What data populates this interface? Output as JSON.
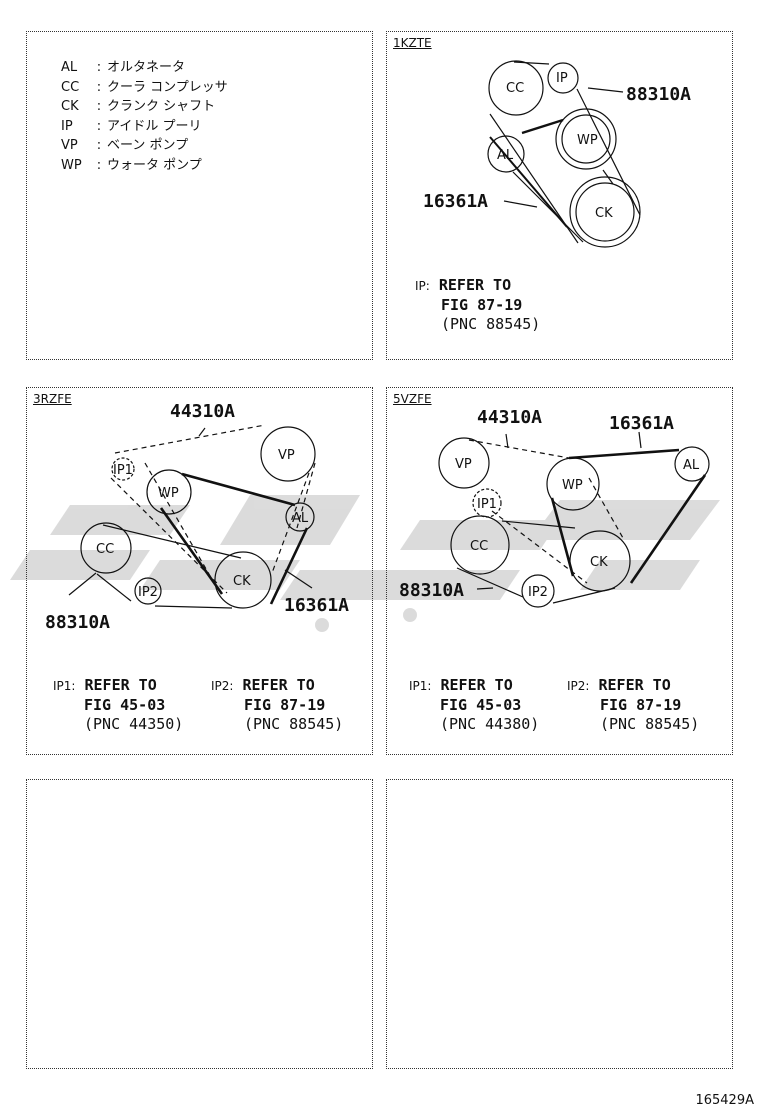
{
  "legend": [
    {
      "code": "AL",
      "sep": ":",
      "name": "オルタネータ"
    },
    {
      "code": "CC",
      "sep": ":",
      "name": "クーラ コンプレッサ"
    },
    {
      "code": "CK",
      "sep": ":",
      "name": "クランク シャフト"
    },
    {
      "code": "IP",
      "sep": ":",
      "name": "アイドル プーリ"
    },
    {
      "code": "VP",
      "sep": ":",
      "name": "ベーン ポンプ"
    },
    {
      "code": "WP",
      "sep": ":",
      "name": "ウォータ ポンプ"
    }
  ],
  "p1kz": {
    "tag": "1KZTE",
    "pulleys": {
      "cc": "CC",
      "ip": "IP",
      "wp": "WP",
      "al": "AL",
      "ck": "CK"
    },
    "parts": {
      "a": "88310A",
      "b": "16361A"
    },
    "note": {
      "key": "IP:",
      "l1": "REFER TO",
      "l2": "FIG 87-19",
      "l3": "(PNC 88545)"
    }
  },
  "p3rz": {
    "tag": "3RZFE",
    "pulleys": {
      "vp": "VP",
      "ip1": "IP1",
      "wp": "WP",
      "al": "AL",
      "cc": "CC",
      "ip2": "IP2",
      "ck": "CK"
    },
    "parts": {
      "a": "44310A",
      "b": "88310A",
      "c": "16361A"
    },
    "note1": {
      "key": "IP1:",
      "l1": "REFER TO",
      "l2": "FIG 45-03",
      "l3": "(PNC 44350)"
    },
    "note2": {
      "key": "IP2:",
      "l1": "REFER TO",
      "l2": "FIG 87-19",
      "l3": "(PNC 88545)"
    }
  },
  "p5vz": {
    "tag": "5VZFE",
    "pulleys": {
      "vp": "VP",
      "wp": "WP",
      "al": "AL",
      "ip1": "IP1",
      "cc": "CC",
      "ck": "CK",
      "ip2": "IP2"
    },
    "parts": {
      "a": "44310A",
      "b": "16361A",
      "c": "88310A"
    },
    "note1": {
      "key": "IP1:",
      "l1": "REFER TO",
      "l2": "FIG 45-03",
      "l3": "(PNC 44380)"
    },
    "note2": {
      "key": "IP2:",
      "l1": "REFER TO",
      "l2": "FIG 87-19",
      "l3": "(PNC 88545)"
    }
  },
  "footer": "165429A"
}
